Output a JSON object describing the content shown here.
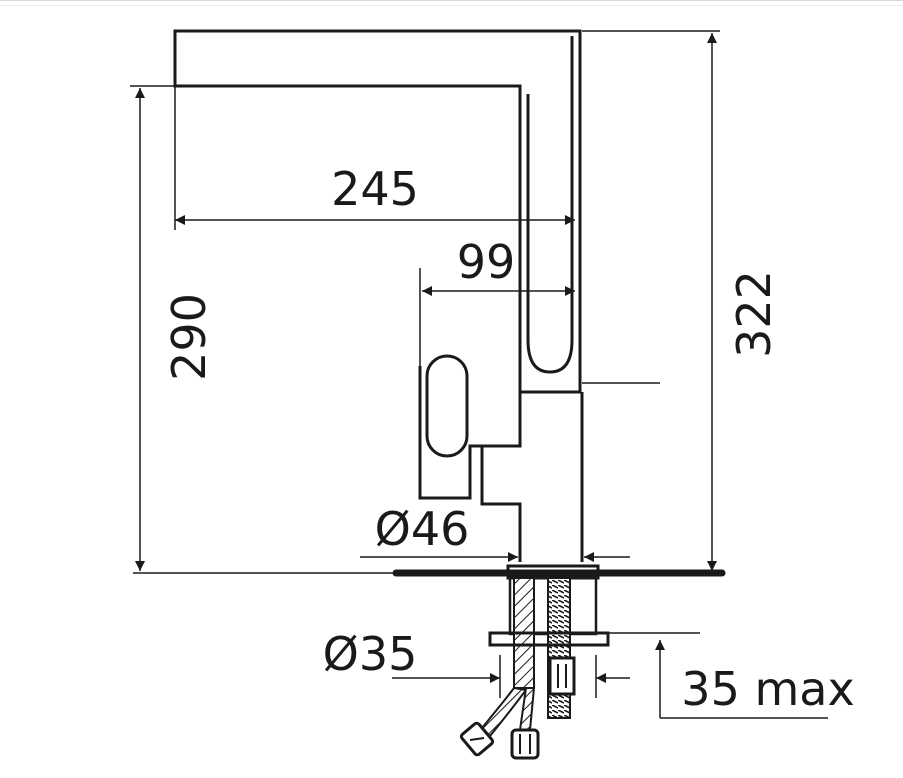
{
  "dimensions": {
    "spout_reach": "245",
    "body_offset": "99",
    "height_to_spout": "290",
    "total_height": "322",
    "base_diameter": "Ø46",
    "hole_diameter": "Ø35",
    "max_thickness": "35 max"
  }
}
